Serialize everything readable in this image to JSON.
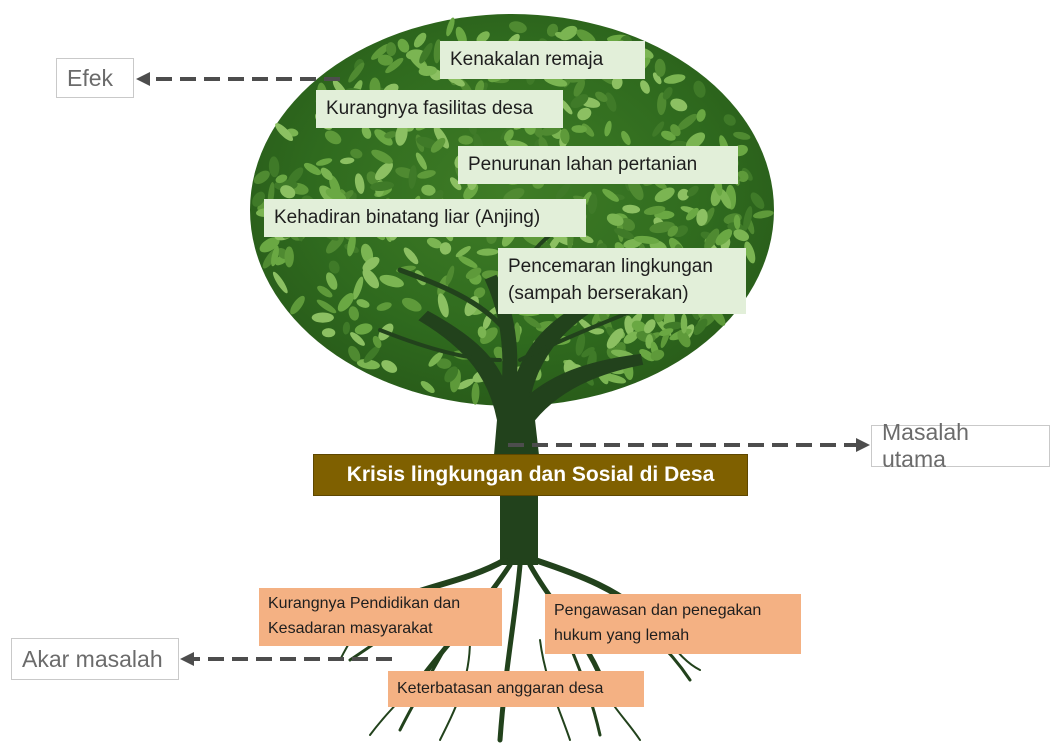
{
  "labels": {
    "effect": "Efek",
    "main_problem": "Masalah utama",
    "root_problem": "Akar masalah"
  },
  "main_problem_text": "Krisis lingkungan dan Sosial di Desa",
  "effects": [
    "Kenakalan remaja",
    "Kurangnya fasilitas desa",
    "Penurunan lahan pertanian",
    "Kehadiran binatang liar (Anjing)",
    "Pencemaran lingkungan",
    "(sampah berserakan)"
  ],
  "causes": [
    "Kurangnya Pendidikan dan",
    "Kesadaran masyarakat",
    "Pengawasan dan penegakan",
    "hukum yang lemah",
    "Keterbatasan anggaran desa"
  ],
  "colors": {
    "effect_box": "#e2efd9",
    "cause_box": "#f4b183",
    "main_box": "#7f6000",
    "trunk": "#22421c",
    "leaf": "#5e9a3a",
    "arrow": "#4d4d4d"
  },
  "icons": [
    "tree-illustration",
    "arrow-left-icon",
    "arrow-right-icon"
  ]
}
